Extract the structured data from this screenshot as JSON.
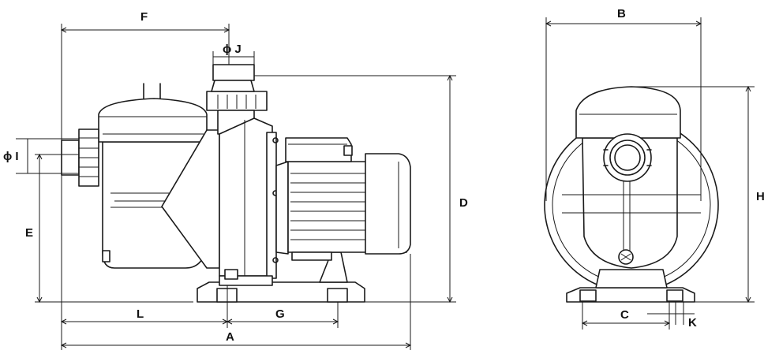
{
  "labels": {
    "F": "F",
    "J": "ϕ J",
    "I": "ϕ I",
    "E": "E",
    "D": "D",
    "L": "L",
    "G": "G",
    "A": "A",
    "B": "B",
    "H": "H",
    "C": "C",
    "K": "K"
  }
}
